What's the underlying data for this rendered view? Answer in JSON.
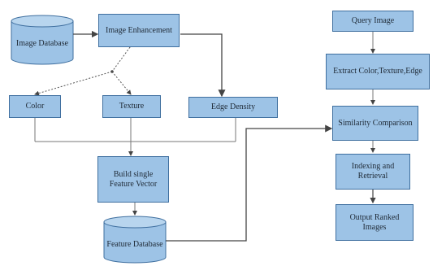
{
  "diagram": {
    "nodes": {
      "image_database": {
        "label": "Image Database",
        "shape": "cylinder"
      },
      "image_enhancement": {
        "label": "Image Enhancement",
        "shape": "box"
      },
      "color": {
        "label": "Color",
        "shape": "box"
      },
      "texture": {
        "label": "Texture",
        "shape": "box"
      },
      "edge_density": {
        "label": "Edge Density",
        "shape": "box"
      },
      "build_feature_vector": {
        "label": "Build single Feature Vector",
        "shape": "box"
      },
      "feature_database": {
        "label": "Feature Database",
        "shape": "cylinder"
      },
      "query_image": {
        "label": "Query Image",
        "shape": "box"
      },
      "extract": {
        "label": "Extract Color,Texture,Edge",
        "shape": "box"
      },
      "similarity": {
        "label": "Similarity Comparison",
        "shape": "box"
      },
      "indexing": {
        "label": "Indexing and Retrieval",
        "shape": "box"
      },
      "output": {
        "label": "Output Ranked Images",
        "shape": "box"
      }
    },
    "edges": [
      {
        "from": "image_database",
        "to": "image_enhancement"
      },
      {
        "from": "image_enhancement",
        "to": "color"
      },
      {
        "from": "image_enhancement",
        "to": "texture"
      },
      {
        "from": "image_enhancement",
        "to": "edge_density"
      },
      {
        "from": "color",
        "to": "build_feature_vector"
      },
      {
        "from": "texture",
        "to": "build_feature_vector"
      },
      {
        "from": "edge_density",
        "to": "build_feature_vector"
      },
      {
        "from": "build_feature_vector",
        "to": "feature_database"
      },
      {
        "from": "feature_database",
        "to": "similarity"
      },
      {
        "from": "query_image",
        "to": "extract"
      },
      {
        "from": "extract",
        "to": "similarity"
      },
      {
        "from": "similarity",
        "to": "indexing"
      },
      {
        "from": "indexing",
        "to": "output"
      }
    ],
    "colors": {
      "fill": "#9dc3e6",
      "border": "#3f6f9f",
      "line": "#444444"
    }
  }
}
